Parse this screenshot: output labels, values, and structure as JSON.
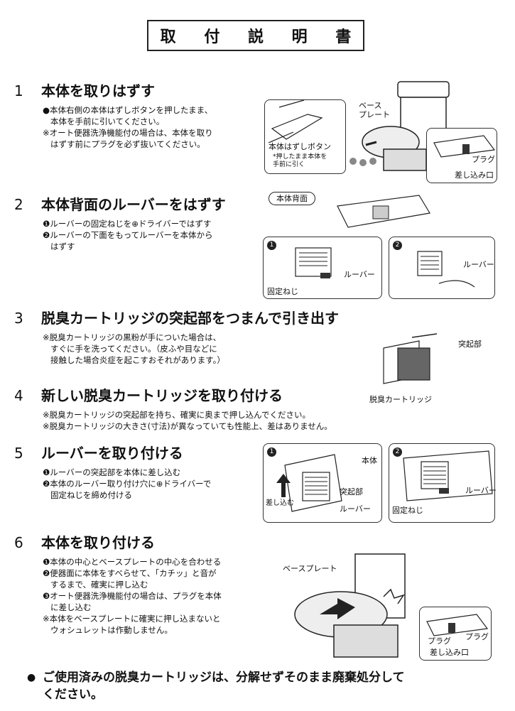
{
  "title": "取 付 説 明 書",
  "steps": [
    {
      "num": "1",
      "heading": "本体を取りはずす",
      "lines": [
        "●本体右側の本体はずしボタンを押したまま、",
        "   本体を手前に引いてください。",
        "",
        "※オート便器洗浄機能付の場合は、本体を取り",
        "   はずす前にプラグを必ず抜いてください。"
      ],
      "labels": {
        "base_plate": "ベース\nプレート",
        "release_button": "本体はずしボタン",
        "release_note": "*押したまま本体を\n手前に引く",
        "plug": "プラグ",
        "plug_inlet": "差し込み口"
      }
    },
    {
      "num": "2",
      "heading": "本体背面のルーバーをはずす",
      "lines": [
        "❶ルーバーの固定ねじを⊕ドライバーではずす",
        "❷ルーバーの下面をもってルーバーを本体から",
        "   はずす"
      ],
      "labels": {
        "rear_view": "本体背面",
        "louver": "ルーバー",
        "fixing_screw": "固定ねじ",
        "louver2": "ルーバー"
      }
    },
    {
      "num": "3",
      "heading": "脱臭カートリッジの突起部をつまんで引き出す",
      "lines": [
        "※脱臭カートリッジの黒粉が手についた場合は、",
        "   すぐに手を洗ってください。（皮ふや目などに",
        "   接触した場合炎症を起こすおそれがあります。）"
      ],
      "labels": {
        "protrusion": "突起部",
        "cartridge": "脱臭カートリッジ"
      }
    },
    {
      "num": "4",
      "heading": "新しい脱臭カートリッジを取り付ける",
      "lines": [
        "※脱臭カートリッジの突起部を持ち、確実に奥まで押し込んでください。",
        "※脱臭カートリッジの大きさ(寸法)が異なっていても性能上、差はありません。"
      ]
    },
    {
      "num": "5",
      "heading": "ルーバーを取り付ける",
      "lines": [
        "❶ルーバーの突起部を本体に差し込む",
        "❷本体のルーバー取り付け穴に⊕ドライバーで",
        "   固定ねじを締め付ける"
      ],
      "labels": {
        "body": "本体",
        "insert": "差し込む",
        "protrusion": "突起部",
        "louver": "ルーバー",
        "fixing_screw": "固定ねじ",
        "louver2": "ルーバー"
      }
    },
    {
      "num": "6",
      "heading": "本体を取り付ける",
      "lines": [
        "❶本体の中心とベースプレートの中心を合わせる",
        "❷便器面に本体をすべらせて、「カチッ」と音が",
        "   するまで、確実に押し込む",
        "❸オート便器洗浄機能付の場合は、プラグを本体",
        "   に差し込む",
        "",
        "※本体をベースプレートに確実に押し込まないと",
        "   ウォシュレットは作動しません。"
      ],
      "labels": {
        "base_plate": "ベースプレート",
        "plug": "プラグ",
        "plug_inlet": "差し込み口"
      }
    }
  ],
  "footer": {
    "line1": "ご使用済みの脱臭カートリッジは、分解せずそのまま廃棄処分して",
    "line2": "ください。"
  }
}
